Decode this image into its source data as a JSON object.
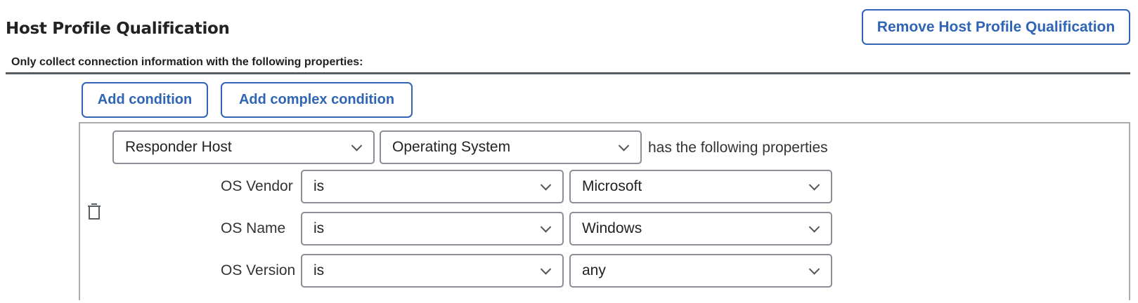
{
  "header": {
    "title": "Host Profile Qualification",
    "remove_label": "Remove Host Profile Qualification",
    "subtitle": "Only collect connection information with the following properties:"
  },
  "toolbar": {
    "add_condition": "Add condition",
    "add_complex_condition": "Add complex condition"
  },
  "condition": {
    "host_select": "Responder Host",
    "attribute_select": "Operating System",
    "suffix": "has the following properties",
    "properties": [
      {
        "label": "OS Vendor",
        "operator": "is",
        "value": "Microsoft"
      },
      {
        "label": "OS Name",
        "operator": "is",
        "value": "Windows"
      },
      {
        "label": "OS Version",
        "operator": "is",
        "value": "any"
      }
    ]
  },
  "icons": {
    "delete": "trash-icon",
    "dropdown": "chevron-down-icon"
  },
  "colors": {
    "accent": "#2f64b6",
    "border": "#8a8f96",
    "divider": "#555b63"
  }
}
